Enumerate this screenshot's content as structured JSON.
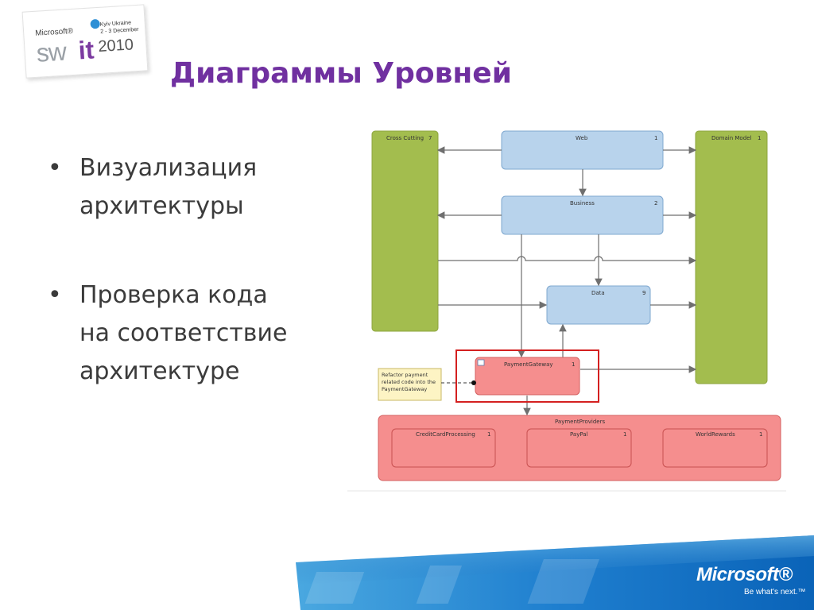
{
  "logo": {
    "microsoft": "Microsoft®",
    "sw": "sw",
    "it": "it",
    "city": "Kyiv Ukraine",
    "dates": "2 - 3 December",
    "year": "2010"
  },
  "title": "Диаграммы Уровней",
  "bullets": [
    {
      "symbol": "•",
      "text_lines": [
        "Визуализация",
        "архитектуры"
      ]
    },
    {
      "symbol": "•",
      "text_lines": [
        "Проверка кода",
        "на соответствие",
        "архитектуре"
      ]
    }
  ],
  "diagram": {
    "layers": {
      "cross_cutting": {
        "name": "Cross Cutting",
        "count": "7"
      },
      "web": {
        "name": "Web",
        "count": "1"
      },
      "domain_model": {
        "name": "Domain Model",
        "count": "1"
      },
      "business": {
        "name": "Business",
        "count": "2"
      },
      "data": {
        "name": "Data",
        "count": "9"
      },
      "payment_gateway": {
        "name": "PaymentGateway",
        "count": "1"
      },
      "payment_providers": {
        "name": "PaymentProviders"
      },
      "credit_card": {
        "name": "CreditCardProcessing",
        "count": "1"
      },
      "paypal": {
        "name": "PayPal",
        "count": "1"
      },
      "world_rewards": {
        "name": "WorldRewards",
        "count": "1"
      }
    },
    "comment_lines": [
      "Refactor payment",
      "related code into the",
      "PaymentGateway"
    ],
    "colors": {
      "green": "#a3bd4e",
      "blue": "#b8d3ec",
      "red": "#f58e8e",
      "highlight": "#d42020",
      "note": "#fdf4c4"
    }
  },
  "footer": {
    "brand": "Microsoft®",
    "tagline": "Be what's next.™"
  }
}
